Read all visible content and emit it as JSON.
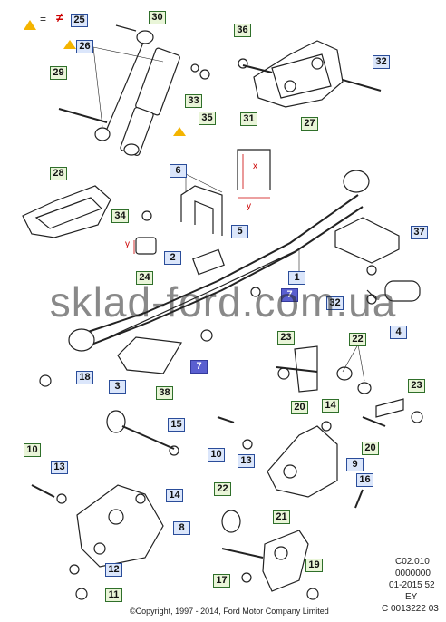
{
  "legend": {
    "equals": "=",
    "symbol": "≠",
    "callout": "25"
  },
  "callouts": [
    "30",
    "26",
    "36",
    "29",
    "33",
    "35",
    "32",
    "31",
    "27",
    "28",
    "6",
    "34",
    "5",
    "37",
    "2",
    "24",
    "1",
    "7",
    "32",
    "4",
    "23",
    "22",
    "7",
    "18",
    "38",
    "3",
    "20",
    "14",
    "23",
    "15",
    "10",
    "13",
    "9",
    "20",
    "16",
    "14",
    "8",
    "22",
    "21",
    "12",
    "17",
    "19",
    "11"
  ],
  "dimension_labels": {
    "x": "x",
    "y": "y"
  },
  "watermark": "sklad-ford.com.ua",
  "copyright": "©Copyright, 1997 - 2014, Ford Motor Company Limited",
  "ref_codes": [
    "C02.010",
    "0000000",
    "01-2015 52",
    "EY",
    "C 0013222 03"
  ],
  "colors": {
    "warning": "#f4b400",
    "callout_green": "#e9f5d8",
    "callout_blue": "#dbe6fb",
    "callout_violet": "#5a5fd0"
  }
}
